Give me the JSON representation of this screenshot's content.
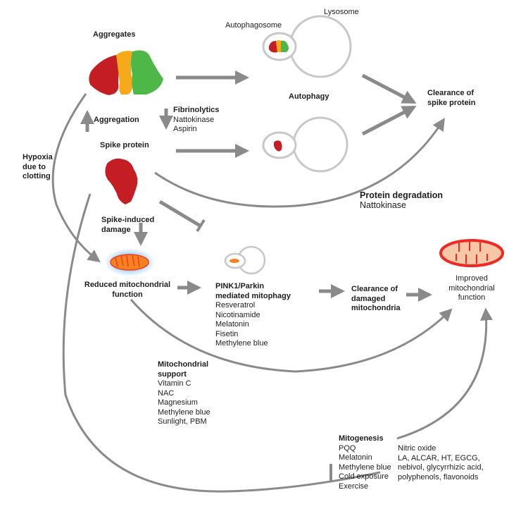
{
  "colors": {
    "arrow_gray": "#8a8a8a",
    "membrane_gray": "#c8c8c8",
    "aggregate_red": "#c41e24",
    "aggregate_orange": "#f5a91b",
    "aggregate_green": "#4db848",
    "mito_orange": "#f58220",
    "mito_outline_red": "#ee3b24",
    "mito_glow_blue": "#a9d3f5",
    "healthy_mito_fill": "#f7c7a8",
    "healthy_mito_outline": "#ee2a24"
  },
  "nodes": {
    "aggregates": {
      "title": "Aggregates"
    },
    "aggregation": {
      "title": "Aggregation"
    },
    "fibrinolytics": {
      "title": "Fibrinolytics",
      "items": [
        "Nattokinase",
        "Aspirin"
      ]
    },
    "spike_protein": {
      "title": "Spike protein"
    },
    "hypoxia": {
      "lines": [
        "Hypoxia",
        "due to",
        "clotting"
      ]
    },
    "autophagosome": {
      "title": "Autophagosome"
    },
    "lysosome": {
      "title": "Lysosome"
    },
    "autophagy": {
      "title": "Autophagy"
    },
    "clearance_spike": {
      "lines": [
        "Clearance of",
        "spike protein"
      ]
    },
    "protein_degradation": {
      "title": "Protein degradation",
      "items": [
        "Nattokinase"
      ]
    },
    "spike_damage": {
      "lines": [
        "Spike-induced",
        "damage"
      ]
    },
    "reduced_mito": {
      "lines": [
        "Reduced mitochondrial",
        "function"
      ]
    },
    "mitophagy": {
      "lines": [
        "PINK1/Parkin",
        "mediated mitophagy"
      ],
      "items": [
        "Resveratrol",
        "Nicotinamide",
        "Melatonin",
        "Fisetin",
        "Methylene blue"
      ]
    },
    "clearance_mito": {
      "lines": [
        "Clearance of",
        "damaged",
        "mitochondria"
      ]
    },
    "improved_mito": {
      "lines": [
        "Improved",
        "mitochondrial",
        "function"
      ]
    },
    "mito_support": {
      "lines": [
        "Mitochondrial",
        "support"
      ],
      "items": [
        "Vitamin C",
        "NAC",
        "Magnesium",
        "Methylene blue",
        "Sunlight, PBM"
      ]
    },
    "mitogenesis": {
      "title": "Mitogenesis",
      "items_left": [
        "PQQ",
        "Melatonin",
        "Methylene blue",
        "Cold exposure",
        "Exercise"
      ],
      "items_right": [
        "Nitric oxide",
        "LA, ALCAR, HT, EGCG,",
        "nebivol, glycyrrhizic acid,",
        "polyphenols, flavonoids"
      ]
    }
  }
}
